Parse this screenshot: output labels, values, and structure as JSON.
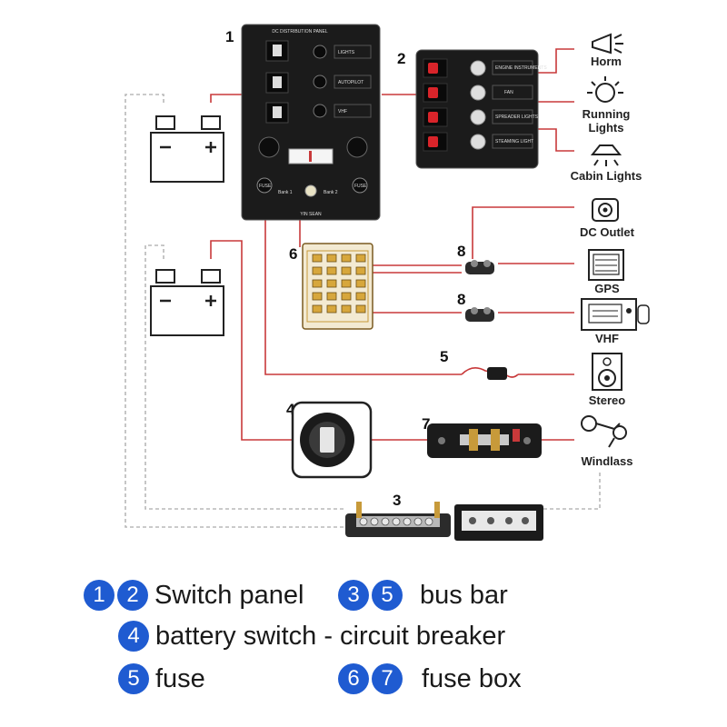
{
  "panel1": {
    "number": "1",
    "title": "DC DISTRIBUTION PANEL",
    "switch_labels": [
      "LIGHTS",
      "AUTOPILOT",
      "VHF"
    ],
    "fuse_label": "FUSE",
    "bank_labels": [
      "Bank 1",
      "Bank 2"
    ],
    "brand": "YIN SEAN"
  },
  "panel2": {
    "number": "2",
    "switch_labels": [
      "ENGINE INSTRUMENTS",
      "FAN",
      "SPREADER LIGHTS",
      "STEAMING LIGHT"
    ]
  },
  "callouts": {
    "n3": "3",
    "n4": "4",
    "n5": "5",
    "n6": "6",
    "n7": "7",
    "n8a": "8",
    "n8b": "8"
  },
  "devices": {
    "horn": "Horm",
    "running_1": "Running",
    "running_2": "Lights",
    "cabin": "Cabin Lights",
    "dc_outlet": "DC Outlet",
    "gps": "GPS",
    "vhf": "VHF",
    "stereo": "Stereo",
    "windlass": "Windlass"
  },
  "legend": {
    "row1": {
      "nums_a": [
        "1",
        "2"
      ],
      "text_a": "Switch panel",
      "nums_b": [
        "3",
        "5"
      ],
      "text_b": "bus bar"
    },
    "row2": {
      "nums": [
        "4"
      ],
      "text": "battery switch - circuit breaker"
    },
    "row3": {
      "nums_a": [
        "5"
      ],
      "text_a": "fuse",
      "nums_b": [
        "6",
        "7"
      ],
      "text_b": "fuse box"
    }
  },
  "colors": {
    "wire_red": "#c8393a",
    "wire_dashed": "#b0b0b0",
    "badge_blue": "#1f5bd1",
    "panel_dark": "#1b1b1b"
  }
}
